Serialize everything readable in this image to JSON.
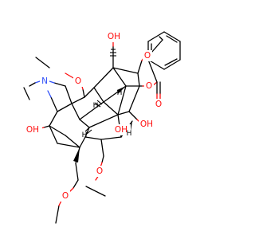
{
  "colors": {
    "carbon": "#000000",
    "oxygen": "#ff0d0d",
    "nitrogen": "#3050f8",
    "background": "#ffffff"
  },
  "labels": {
    "oh_top": "OH",
    "o_methoxy_top": "O",
    "o_ester": "O",
    "o_carbonyl": "O",
    "oh_right_1": "OH",
    "oh_right_2": "OH",
    "o_methoxy_left": "O",
    "n_amine": "N",
    "oh_left": "OH",
    "o_methoxy_bottom": "O",
    "o_methoxymethyl": "O",
    "h_1": "H",
    "h_2": "H",
    "h_3": "H",
    "h_4": "H"
  }
}
